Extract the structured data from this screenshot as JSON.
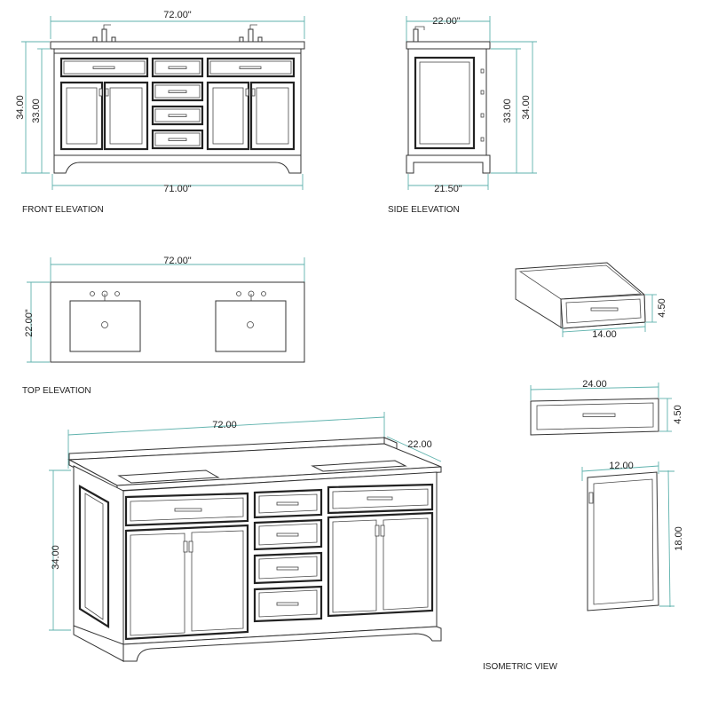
{
  "front": {
    "label": "FRONT ELEVATION",
    "width_top": "72.00\"",
    "width_base": "71.00\"",
    "height_outer": "34.00",
    "height_inner": "33.00"
  },
  "side": {
    "label": "SIDE ELEVATION",
    "depth_top": "22.00\"",
    "depth_base": "21.50\"",
    "height_inner": "33.00",
    "height_outer": "34.00"
  },
  "top": {
    "label": "TOP ELEVATION",
    "width": "72.00\"",
    "depth": "22.00\""
  },
  "iso": {
    "label": "ISOMETRIC  VIEW",
    "width": "72.00",
    "depth": "22.00",
    "height": "34.00"
  },
  "drawer_open": {
    "width": "14.00",
    "height": "4.50"
  },
  "drawer_long": {
    "width": "24.00",
    "height": "4.50"
  },
  "door": {
    "width": "12.00",
    "height": "18.00"
  }
}
